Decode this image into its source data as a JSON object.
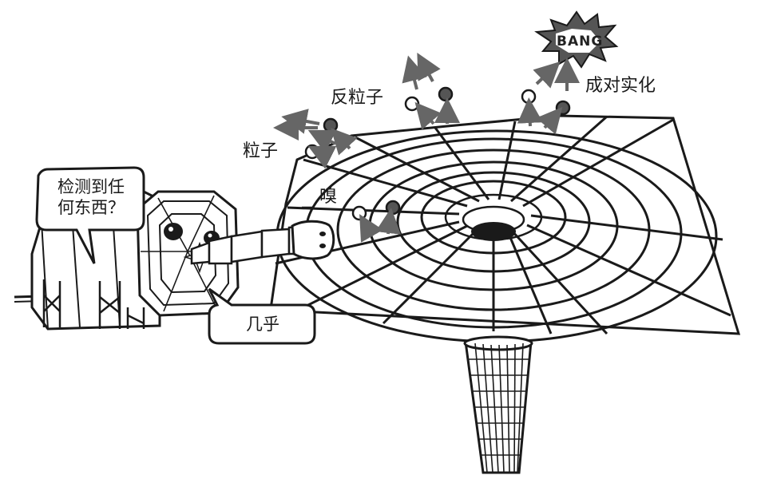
{
  "labels": {
    "particle": "粒子",
    "antiparticle": "反粒子",
    "sniff": "嗅",
    "become_real": "成对实化",
    "bang": "BANG"
  },
  "bubbles": {
    "detector_question_line1": "检测到任",
    "detector_question_line2": "何东西？",
    "almost": "几乎"
  },
  "colors": {
    "ink": "#1a1a1a",
    "particle_fill": "#555555",
    "antiparticle_fill": "#ffffff",
    "arrow": "#666666",
    "bang_fill": "#555555"
  }
}
